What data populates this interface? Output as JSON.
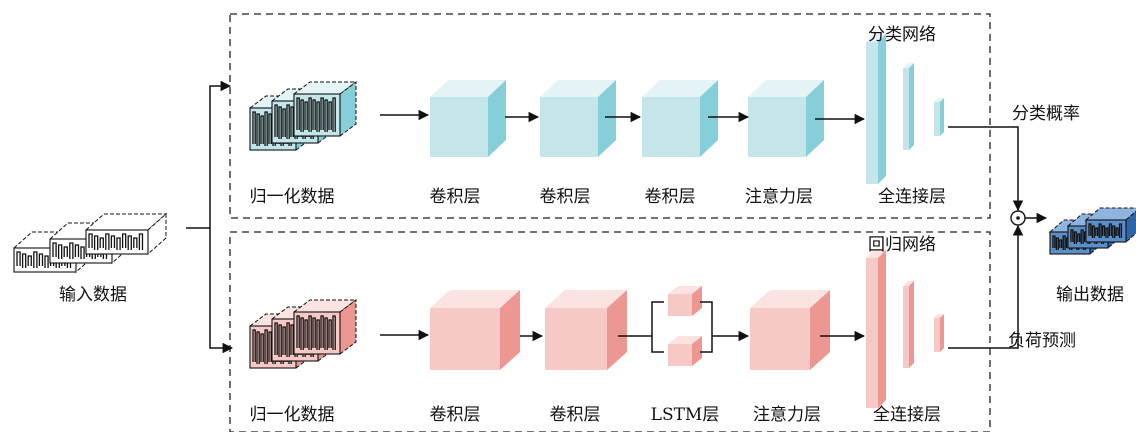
{
  "colors": {
    "classification": {
      "front": "#c4e6ea",
      "top": "#e4f4f6",
      "side": "#86cfd8"
    },
    "regression": {
      "front": "#f7c9c6",
      "top": "#fbe3e1",
      "side": "#ec9791"
    },
    "output": {
      "front": "#5b8fca",
      "top": "#8fb5df",
      "side": "#2f64a7"
    },
    "input": {
      "front": "#ffffff",
      "top": "#ffffff",
      "side": "#ffffff"
    },
    "lines": "#111111"
  },
  "input_label": "输入数据",
  "output_label": "输出数据",
  "classification": {
    "title": "分类网络",
    "output_label": "分类概率",
    "stage_labels": [
      "归一化数据",
      "卷积层",
      "卷积层",
      "卷积层",
      "注意力层",
      "全连接层"
    ]
  },
  "regression": {
    "title": "回归网络",
    "output_label": "负荷预测",
    "stage_labels": [
      "归一化数据",
      "卷积层",
      "卷积层",
      "LSTM层",
      "注意力层",
      "全连接层"
    ]
  }
}
